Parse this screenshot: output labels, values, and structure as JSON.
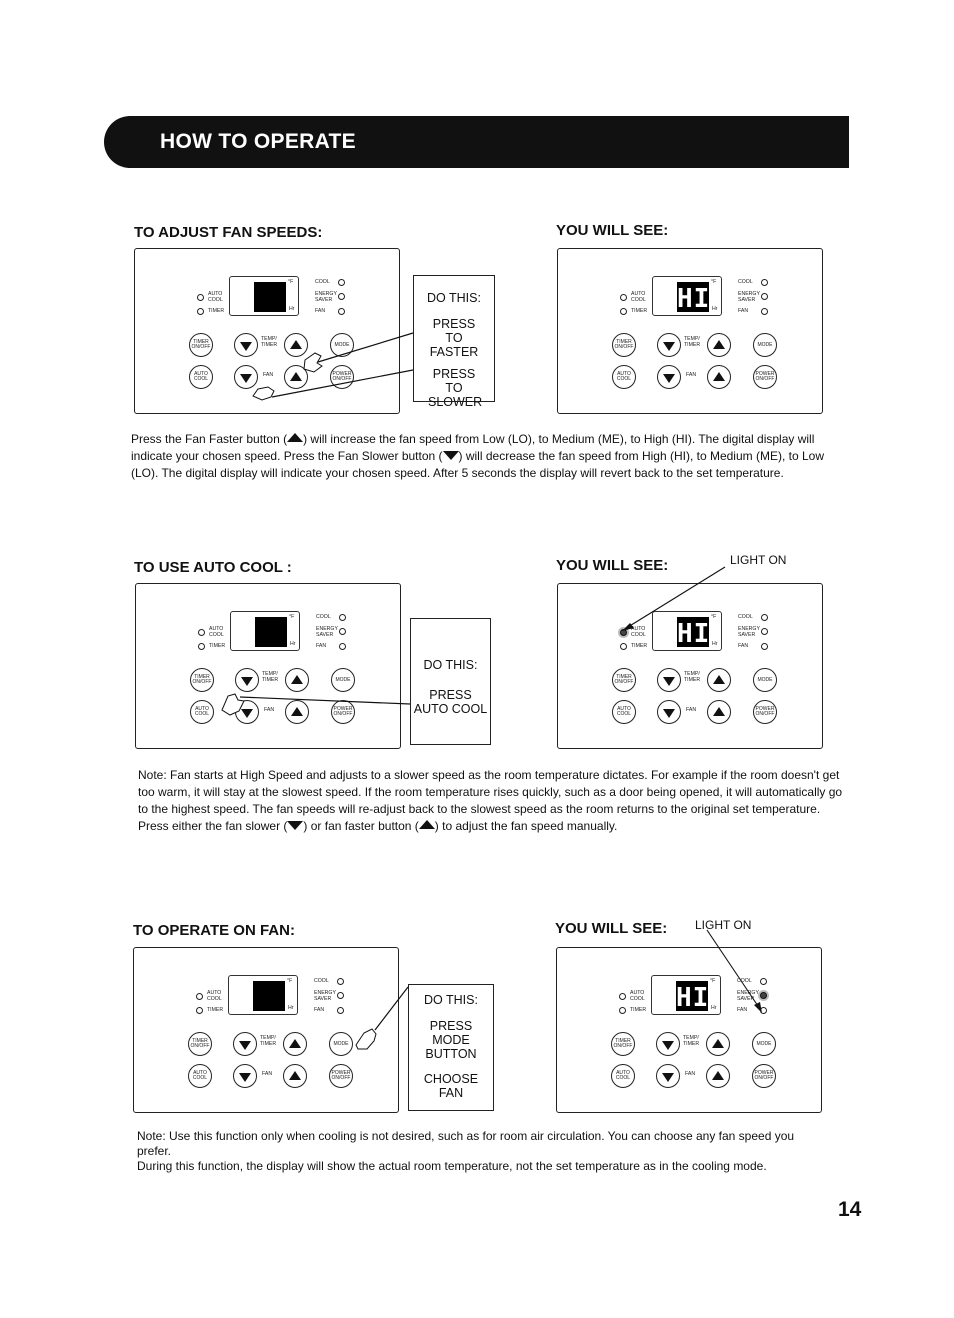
{
  "banner_title": "HOW TO OPERATE",
  "panel_labels": {
    "auto_cool": "AUTO COOL",
    "timer": "TIMER",
    "cool": "COOL",
    "energy_saver": "ENERGY SAVER",
    "fan": "FAN",
    "deg_f": "°F",
    "hr": "Hr",
    "btn_timer": "TIMER ON/OFF",
    "btn_temp_timer": "TEMP/ TIMER",
    "btn_mode": "MODE",
    "btn_auto_cool": "AUTO COOL",
    "btn_fan": "FAN",
    "btn_power": "POWER ON/OFF",
    "display_hi": "HI"
  },
  "sections": [
    {
      "heading": "TO ADJUST FAN SPEEDS:",
      "see_heading": "YOU WILL SEE:",
      "do_lines": [
        "DO THIS:",
        "PRESS TO FASTER",
        "PRESS TO SLOWER"
      ],
      "para_parts": [
        "Press the Fan Faster button (",
        ") will increase the fan speed  from Low (LO), to Medium (ME), to High (HI). The digital display will indicate your chosen speed. Press the Fan Slower  button (",
        ") will decrease the fan speed from High (HI), to Medium (ME), to Low (LO). The digital display will indicate your chosen speed.  After 5 seconds the display will revert back to the set temperature."
      ]
    },
    {
      "heading": "TO USE AUTO COOL :",
      "see_heading": "YOU WILL SEE:",
      "light_on": "LIGHT ON",
      "do_lines": [
        "DO THIS:",
        "PRESS AUTO COOL"
      ],
      "para_parts": [
        "Note:  Fan starts at High Speed and adjusts to a slower speed as the room temperature dictates. For example if the room doesn't get too warm, it will stay at the slowest speed. If the room temperature rises quickly, such as a door being opened, it will automatically go to  the  highest speed. The fan speeds will re-adjust back to the slowest speed as the room returns to the original set temperature. Press either the fan slower (",
        ") or fan faster button (",
        ") to adjust the fan speed manually."
      ]
    },
    {
      "heading": "TO OPERATE ON FAN:",
      "see_heading": "YOU WILL SEE:",
      "light_on": "LIGHT ON",
      "do_lines": [
        "DO THIS:",
        "PRESS MODE BUTTON",
        "CHOOSE FAN"
      ],
      "para_lines": [
        "Note:   Use this function only when cooling is not desired, such as for room air circulation. You can choose any fan speed you prefer.",
        "During this function, the display will show the actual room temperature, not the set temperature as in the cooling mode."
      ]
    }
  ],
  "page_number": "14"
}
